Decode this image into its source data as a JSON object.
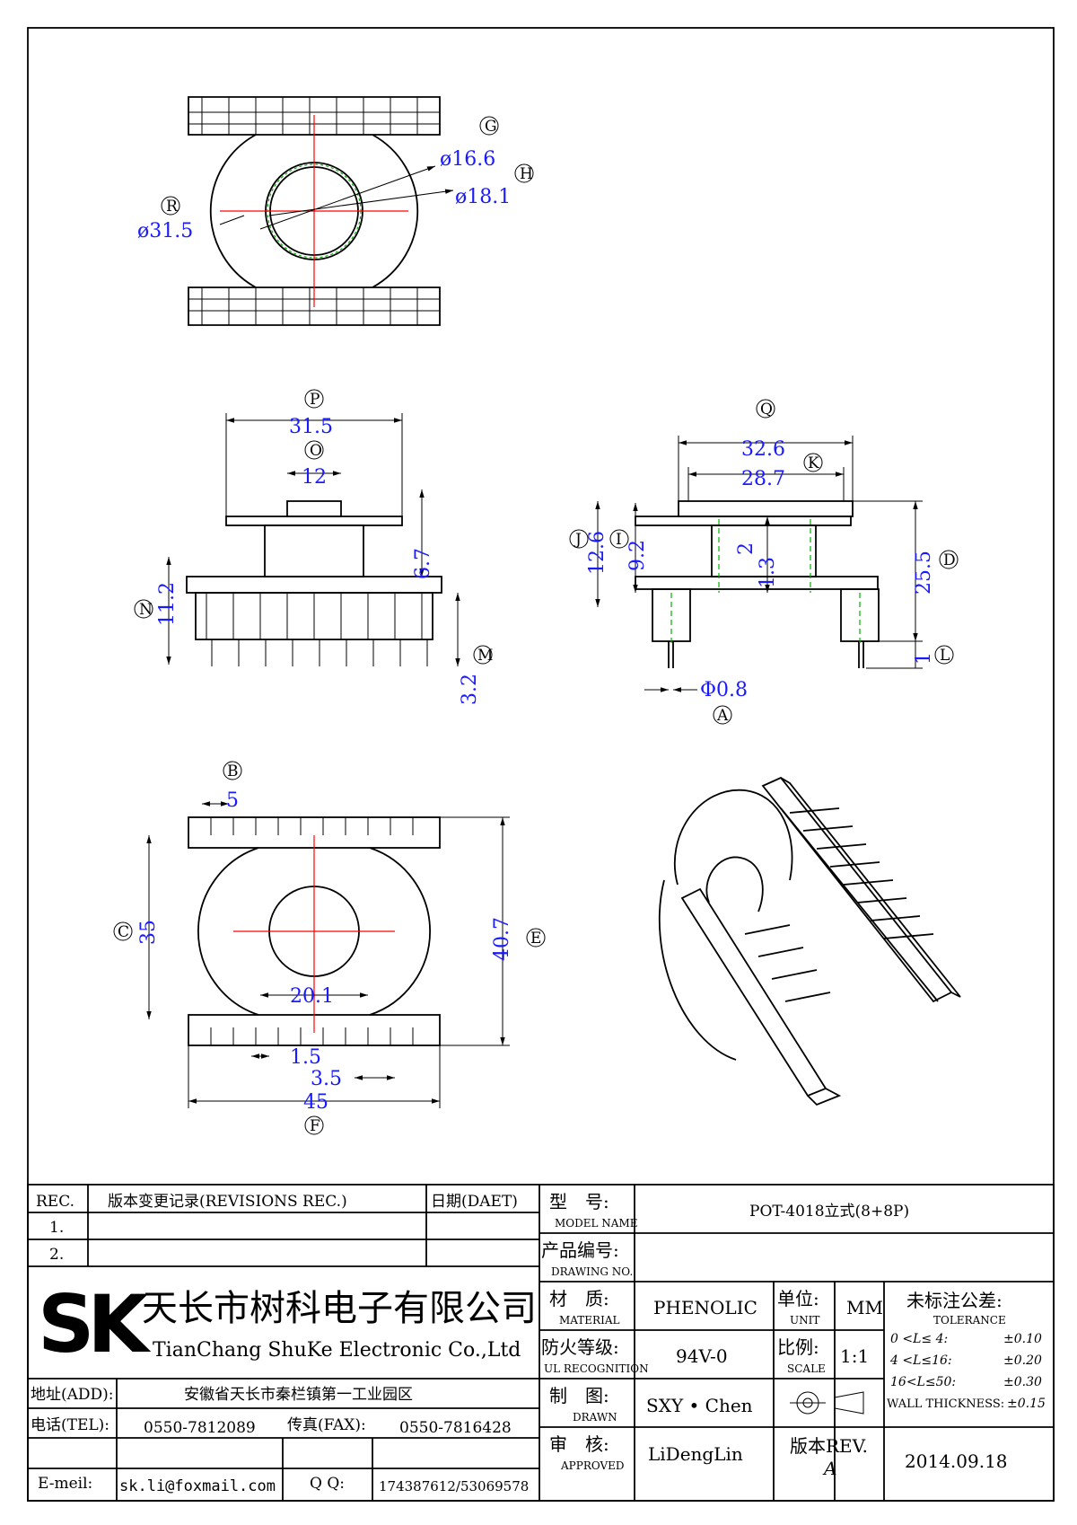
{
  "dimensions": {
    "top": {
      "phi166": "ø16.6",
      "phi181": "ø18.1",
      "phi315": "ø31.5"
    },
    "front": {
      "p": "31.5",
      "o": "12",
      "n": "11.2",
      "h67": "6.7",
      "m": "3.2"
    },
    "side": {
      "q": "32.6",
      "k": "28.7",
      "j": "12.6",
      "i": "9.2",
      "d": "25.5",
      "h2": "2",
      "h13": "1.3",
      "l": "1",
      "a": "Φ0.8"
    },
    "bottom": {
      "b": "5",
      "c": "35",
      "e": "40.7",
      "w201": "20.1",
      "p15": "1.5",
      "p35": "3.5",
      "f": "45"
    }
  },
  "callouts": {
    "G": "G",
    "H": "H",
    "R": "R",
    "P": "P",
    "O": "O",
    "N": "N",
    "M": "M",
    "Q": "Q",
    "K": "K",
    "J": "J",
    "I": "I",
    "D": "D",
    "L": "L",
    "A": "A",
    "B": "B",
    "C": "C",
    "E": "E",
    "F": "F"
  },
  "title_block": {
    "rev_header": "REC.",
    "rev_desc_header": "版本变更记录(REVISIONS REC.)",
    "rev_date_header": "日期(DAET)",
    "rev_rows": [
      "1.",
      "2."
    ],
    "model_cn": "型　号:",
    "model_en": "MODEL NAME",
    "model_value": "POT-4018立式(8+8P)",
    "drawing_cn": "产品编号:",
    "drawing_en": "DRAWING NO.",
    "drawing_value": "",
    "material_cn": "材　质:",
    "material_en": "MATERIAL",
    "material_value": "PHENOLIC",
    "ul_cn": "防火等级:",
    "ul_en": "UL RECOGNITION",
    "ul_value": "94V-0",
    "drawn_cn": "制　图:",
    "drawn_en": "DRAWN",
    "drawn_value": "SXY • Chen",
    "approved_cn": "审　核:",
    "approved_en": "APPROVED",
    "approved_value": "LiDengLin",
    "unit_cn": "单位:",
    "unit_en": "UNIT",
    "unit_value": "MM",
    "scale_cn": "比例:",
    "scale_en": "SCALE",
    "scale_value": "1:1",
    "rev_cn": "版本REV.",
    "rev_value": "A",
    "date_value": "2014.09.18",
    "tolerance_cn": "未标注公差:",
    "tolerance_en": "TOLERANCE",
    "tolerance_rows": [
      {
        "range": "0 <L≤ 4:",
        "value": "±0.10"
      },
      {
        "range": "4 <L≤16:",
        "value": "±0.20"
      },
      {
        "range": "16<L≤50:",
        "value": "±0.30"
      }
    ],
    "wall_label": "WALL THICKNESS:",
    "wall_value": "±0.15",
    "logo_text": "SK",
    "company_cn": "天长市树科电子有限公司",
    "company_en": "TianChang ShuKe Electronic Co.,Ltd",
    "addr_label": "地址(ADD):",
    "addr_value": "安徽省天长市秦栏镇第一工业园区",
    "tel_label": "电话(TEL):",
    "tel_value": "0550-7812089",
    "fax_label": "传真(FAX):",
    "fax_value": "0550-7816428",
    "email_label": "E-meil:",
    "email_value": "sk.li@foxmail.com",
    "qq_label": "Q Q:",
    "qq_value": "174387612/53069578"
  }
}
